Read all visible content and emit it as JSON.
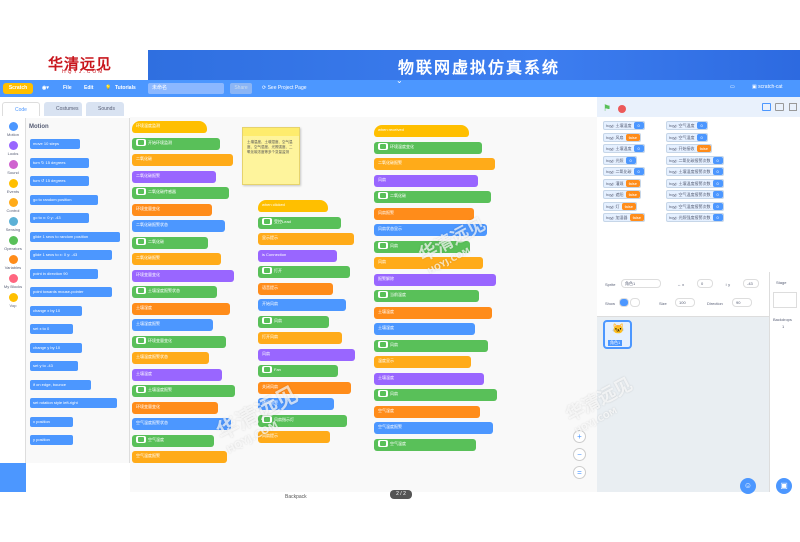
{
  "header": {
    "logo_text": "华清远见",
    "logo_sub": "HQYJ.COM",
    "banner_title": "物联网虚拟仿真系统"
  },
  "menubar": {
    "file": "File",
    "edit": "Edit",
    "tutorials": "Tutorials",
    "project_title": "未命名",
    "share": "Share",
    "see_project": "See Project Page",
    "username": "scratch-cat"
  },
  "tabs": {
    "code": "Code",
    "costumes": "Costumes",
    "sounds": "Sounds"
  },
  "categories": [
    {
      "label": "Motion",
      "color": "#4c97ff"
    },
    {
      "label": "Looks",
      "color": "#9966ff"
    },
    {
      "label": "Sound",
      "color": "#cf63cf"
    },
    {
      "label": "Events",
      "color": "#ffbf00"
    },
    {
      "label": "Control",
      "color": "#ffab19"
    },
    {
      "label": "Sensing",
      "color": "#5cb1d6"
    },
    {
      "label": "Operators",
      "color": "#59c059"
    },
    {
      "label": "Variables",
      "color": "#ff8c1a"
    },
    {
      "label": "My Blocks",
      "color": "#ff6680"
    },
    {
      "label": "Vop",
      "color": "#ffbf00"
    }
  ],
  "palette": {
    "title": "Motion",
    "blocks": [
      "move 10 steps",
      "turn ↻ 15 degrees",
      "turn ↺ 15 degrees",
      "go to random position",
      "go to x: 0 y: -43",
      "glide 1 secs to random position",
      "glide 1 secs to x: 0 y: -43",
      "point in direction 90",
      "point towards mouse-pointer",
      "change x by 10",
      "set x to 0",
      "change y by 10",
      "set y to -43",
      "if on edge, bounce",
      "set rotation style left-right",
      "x position",
      "y position"
    ]
  },
  "workspace": {
    "col1": [
      "环境温度监测",
      "开始环境监测",
      "二氧化碳",
      "二氧化碳报警",
      "二氧化碳传感器",
      "环境变量变化",
      "二氧化碳报警状态",
      "二氧化碳",
      "二氧化碳报警",
      "环境变量变化",
      "土壤湿度报警状态",
      "土壤湿度",
      "土壤湿度报警",
      "环境变量变化",
      "土壤温度报警状态",
      "土壤温度",
      "土壤温度报警",
      "环境变量变化",
      "空气温度报警状态",
      "空气温度",
      "空气温度报警"
    ],
    "col2": [
      "when clicked",
      "受控Lead",
      "显示提示",
      "is Connection",
      "打开",
      "语音提示",
      "开始风扇",
      "风扇",
      "打开风扇",
      "风扇",
      "Fan",
      "关闭风扇",
      "通风报警",
      "风扇指示灯",
      "风扇提示"
    ],
    "col3": [
      "when received",
      "环境温度变化",
      "二氧化碳报警",
      "风扇",
      "二氧化碳",
      "风扇报警",
      "风扇状态显示",
      "风扇",
      "风扇",
      "报警解除",
      "当前温度",
      "土壤温度",
      "土壤湿度",
      "风扇",
      "温度显示",
      "土壤温度",
      "风扇",
      "空气湿度",
      "空气温度报警",
      "空气温度"
    ],
    "note": "土壤温度、土壤湿度、空气温度、空气湿度、光照强度、二氧化碳浓度等多个变量监测"
  },
  "watermark": {
    "cn": "华清远见",
    "en": "HQYJ.COM"
  },
  "monitors": [
    {
      "label": "土壤湿度",
      "value": "0"
    },
    {
      "label": "空气温度",
      "value": "0"
    },
    {
      "label": "风扇",
      "value": "false"
    },
    {
      "label": "空气湿度",
      "value": "0"
    },
    {
      "label": "土壤温度",
      "value": "0"
    },
    {
      "label": "开始接收",
      "value": "false"
    },
    {
      "label": "光照",
      "value": "0"
    },
    {
      "label": "二氧化碳报警次数",
      "value": "0"
    },
    {
      "label": "二氧化碳",
      "value": "0"
    },
    {
      "label": "土壤湿度报警次数",
      "value": "0"
    },
    {
      "label": "灌溉",
      "value": "false"
    },
    {
      "label": "土壤温度报警次数",
      "value": "0"
    },
    {
      "label": "遮阳",
      "value": "false"
    },
    {
      "label": "空气温度报警次数",
      "value": "0"
    },
    {
      "label": "灯",
      "value": "false"
    },
    {
      "label": "空气湿度报警次数",
      "value": "0"
    },
    {
      "label": "加湿器",
      "value": "false"
    },
    {
      "label": "光照强度报警次数",
      "value": "0"
    }
  ],
  "sprite_info": {
    "sprite_label": "Sprite",
    "sprite_name": "角色1",
    "x_label": "x",
    "x": "0",
    "y_label": "y",
    "y": "-43",
    "show_label": "Show",
    "size_label": "Size",
    "size": "100",
    "direction_label": "Direction",
    "direction": "90"
  },
  "sprite_thumb_name": "角色1",
  "stage_col": {
    "title": "Stage",
    "backdrops_label": "Backdrops",
    "backdrops_count": "1"
  },
  "bottom": {
    "backpack": "Backpack",
    "pager": "2 / 2"
  }
}
